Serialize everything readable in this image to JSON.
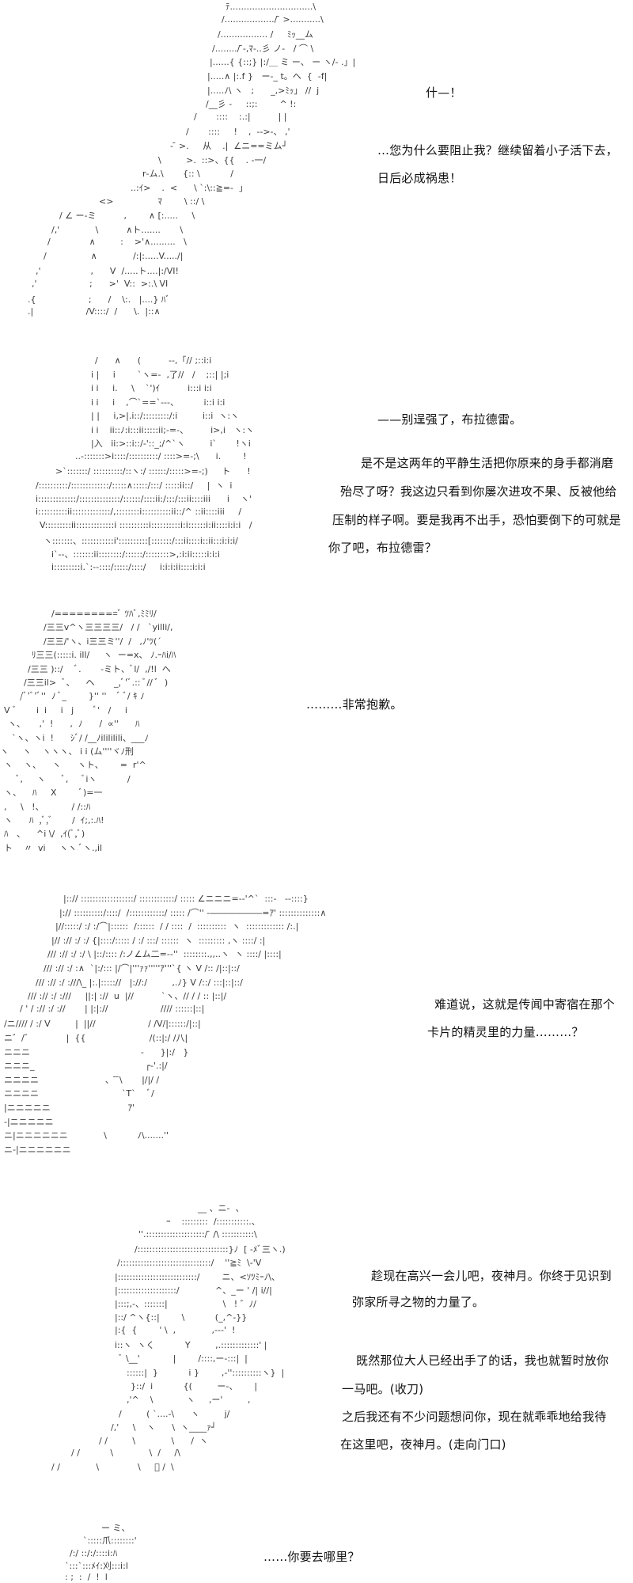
{
  "panels": [
    {
      "art": [
        "ﾃ..............................\\",
        "/................../ ̄ >...........\\",
        "/................. /     ﾐｯ__ム",
        "/......../ ̄-,ﾏ-..彡 ノ‐   / ⌒ \\",
        "|......{ {::;} |:/＿ ミ ー、 ー ヽ/‐ .」|",
        "|.....∧ |:.f }   ー‐_ t。ヘ  {  ‐f|",
        "|.....ﾉ\\ ヽ   ;      _,>ﾐｯ」 //  j",
        "/__彡 ‐     ::;:        ^ !:",
        "/       ::::    :.:|          | |",
        "/       ::::     !    ,  -‐>‐、 ,'",
        "- ̄ >.     从    .|  ∠ニ==ミム┘",
        "\\         >.  ::>、{{    . ‐一/",
        "r‐ム.\\       {:: \\           /",
        "..:ｲ>    .  <      \\ `:\\::≧=-  」",
        "<>                ﾏ        \\ ::/ \\",
        "/ ∠ ー‐ミ          ,        ∧ [:.....     \\",
        "/,'             \\          ∧ト.......       \\",
        "/              ∧         :    >'∧.........   \\",
        "/                ∧             /:|:.....V...../|",
        ",'                  ,      V  /.....ト....|:/VI!",
        ",'                   ;      >'  V::  >:.\\ VI",
        ".{                   ;      /    \\:.   |....} ﾊﾞ",
        ".|                   /V::::/  /      \\.  |::∧"
      ],
      "dialogue": [
        "什—！",
        "…您为什么要阻止我？继续留着小子活下去，",
        "日后必成祸患！"
      ]
    },
    {
      "art": [
        "/      ∧      (          --,「// ;::i:i",
        "i |     i        `ヽ=-  ,了//   /    ;::| |;i",
        "i i     i.     \\    `')ｲ          i:::i i:i",
        "i i     i    ,⌒`==`---、         i::i i:i",
        "| |     i,>|.i::/:::::::::/:i         i::i  ヽ:ヽ",
        "i i    ii::ﾉ:i:::ii:::::ii;-=-、        i>,i   ヽ:ヽ",
        "|入   ii:>::i::/‐'::_;/^`ヽ         i`       !ヽi",
        "..-:::::::>i::::/::::::::::/ ::::>=-;\\      i.        !",
        ">`:::::::/ ::::::::::/::ヽ:/ ::::::/:::::>=-;)     ト      !",
        "/::::::::::/:::::::::::::/:::::∧:::::/:::/ :::::ii::/     |  ヽ  i",
        "i:::::::::::::/::::::::::::::/::::::/::::ii:/:::/:::ii::::iii      i    ヽ'",
        "i::::::::::ii:::::::::::::/,::::::::i::::::::::ii::/^ ::ii::::iii     /",
        "V:::::::::ii:::::::::::::i ::::::::::i::::::::::i:i::::::i:ii::::i:i:i   /",
        "ヽ:::::::、:::::::::::i'::::::::::[:::::::/:::ii::::i::ii:::i:i:i/",
        "i`‐-、:::::::ii::::::::/::::::/::::::::>,:i:ii:::::i:i:i",
        "i:::::::::i.`:--::::/:::::/::::/     i:i:i:ii::::i:i:i"
      ],
      "dialogue": [
        "——别逞强了，布拉德雷。",
        "是不是这两年的平静生活把你原来的身手都消磨",
        "殆尽了呀？我这边只看到你屡次进攻不果、反被他给",
        "压制的样子啊。要是我再不出手，恐怕要倒下的可就是",
        "你了吧，布拉德雷？"
      ]
    },
    {
      "art": [
        "/=========ﾞ ﾂﾊﾞ,ﾐﾐﾘ/",
        "/三三v^ヽ三三三三/   / /   `yilli/,",
        "/三三/'ヽ、i三三ミ''/  /   ,ﾉ'ﾂ(´",
        "ﾘ三三(:::::i. ill/     ヽ  ー=x、 ﾉ.ｰﾊi/ﾊ",
        "/三三 )::/    ﾞ.       -ミト、ﾞl/  ,/!l  へ",
        "/三三il>  ﾞ、    ヘ       _,ﾞ'ﾞ.:: ﾞ// ﾞ  )",
        "/ﾞ'ﾞ'ﾞ''  ﾉ ﾞ_        }'' ''    ﾞ ﾞ/ ｷ ﾉ",
        "V ﾞ       i  i     i   j       ﾞ'   /     i",
        "ヽ、     ,'  !      ,  ﾉ      /  ∝''      ﾊ",
        "`ヽ、ヽi  !      ｼﾞ/ /__ﾉilililili、___ﾉ",
        "ヽ     ヽ    ヽヽヽ、 i i (ム''''ヾﾉ刑",
        "ヽ    ヽ、    ヽ      ヽト、      =  r'^",
        "ﾞ,     ヽ      ﾞ,     ﾞiヽ           /",
        "ヽ、    ﾊ     X        ﾞ)=一",
        ",     \\   !、          / /::ﾊ",
        "ヽ      ﾊ  ,ﾞ,ﾞ       /  ｲ;,:.ﾊ!",
        "ﾊ   、    ^i \\/  ,ｲ(ﾞ,ﾞ)",
        "ト    〃  vi     ヽヽ ﾞヽ.,il"
      ],
      "dialogue": [
        "………非常抱歉。"
      ]
    },
    {
      "art": [
        "|::// ::::::::::::::::::/ ::::::::::::/ ::::: ∠ニニニ=-‐'^`  :::-   --::::}",
        "|:// ::::::::::/::::/  /::::::::::::/ ::::: /⌒'' ‐――――――=ｱ' ::::::::::::::∧",
        "|//:::::/ :/ :/⌒|::::::  /::::::  / / ::::  /  ::::::::::  ヽ  ::::::::::::: /:.|",
        "|// :// :/ :/ {|::::/::::: / :/ :::/ ::::::  ヽ  ::::::::: ,ヽ ::::/ :|",
        "/// :// :/ :/ \\ |::/:::: /:ノ∠ム二=--''  ::::::::.,,..ヽ  ヽ ::::/ |::::|",
        "/// :// :/ :∧  `|:/::: |/⌒|'''ｧｧ'''''ｱ'''`{ ヽ V /:: /|::|::/",
        "/// :// :/ :///\\_ |:.|::::://   |://:/         ,.ﾉ} V /::/ :::|::|::/",
        "/// :// :/ :///     ||:| ://  u  |//          `ヽ、// / / :: |::|/",
        "/ ' / :// :/ ://       | |:|://                   //// ::::::|::|",
        "/ニ//// / :/ V         |  ||//                   / /V/|::::::/|::|",
        "ニ゛/゛            |  {{                       /(::|:/ /八|",
        "ニニニ                                        -      }|:/   }",
        "ニニニ_                                        ┌‐'.:|/",
        "ニニニニ                        、 ̄ ̄\\       |/|/ /",
        "ニニニニ                              `T`    ﾞ/",
        "|ニニニニニ                            ｱ'",
        "-|ニニニニニ",
        "ニ|ニニニニニニ             \\           ﾉ\\.......''",
        "ニ-|ニニニニニニ"
      ],
      "dialogue": [
        "难道说，这就是传闻中寄宿在那个",
        "卡片的精灵里的力量………？"
      ]
    },
    {
      "art": [
        "__ 、ニ-  、",
        "ｰ    :::::::::  /:::::::::::.、",
        "''.::::::::::::::::::::/ ̄ /\\ :::::::::::\\",
        "/:::::::::::::::::::::::::::::::}ﾉ  [ ‐ﾒﾞ三ヽ.)",
        "/:::::::::::::::::::::::::::::::/    ''≧ﾐ  \\‐'V",
        "|:::::::::::::::::::::::::::/        ニ、<ｿﾂﾐｰﾉ\\、",
        "|::::::::::::::::::::/             ^、_ー ' /| i//|",
        "|:::;,-、:::::::|                    \\   ! ゛ﾉ/",
        "|::/ ^ヽ{::|        \\           (_,^‐}}",
        "|:{  {        ' \\  ,             ,-‐‐'  !",
        "i::ヽ  ヽく           Y         ,.:::::::::::::' |",
        "ﾞ \\__'            |        /::::,ー‐:::|  |",
        "::::::|  }           i }        ,-''::::::::::ヽ}  |",
        "}::/  i           {(         ー‐、      |",
        ",'^    \\            ヽ     ,ー'         ,",
        "/         ( `....‐\\      ヽ         j/",
        "/,'     \\    ヽ      \\  ヽ____ｧ┘",
        "/ /         \\             \\      /  ヽ",
        "/ /           \\             \\  /     /\\",
        "/ /             \\              \\     ﾞ /  \\"
      ],
      "dialogue": [
        "趁现在高兴一会儿吧，夜神月。你终于见识到",
        "弥家所寻之物的力量了。",
        "既然那位大人已经出手了的话，我也就暂时放你",
        "一马吧。(收刀)",
        "之后我还有不少问题想问你，现在就乖乖地给我待",
        "在这里吧，夜神月。(走向门口)"
      ]
    },
    {
      "art": [
        "ー ミ、",
        "`:::::爪::::::::'",
        "/:/ ::/:/::::i:ﾊ",
        "`:::`:::ﾒｲ:刈:::i:l",
        ": ;  :  /  !  l"
      ],
      "dialogue": [
        "……你要去哪里？"
      ]
    }
  ]
}
